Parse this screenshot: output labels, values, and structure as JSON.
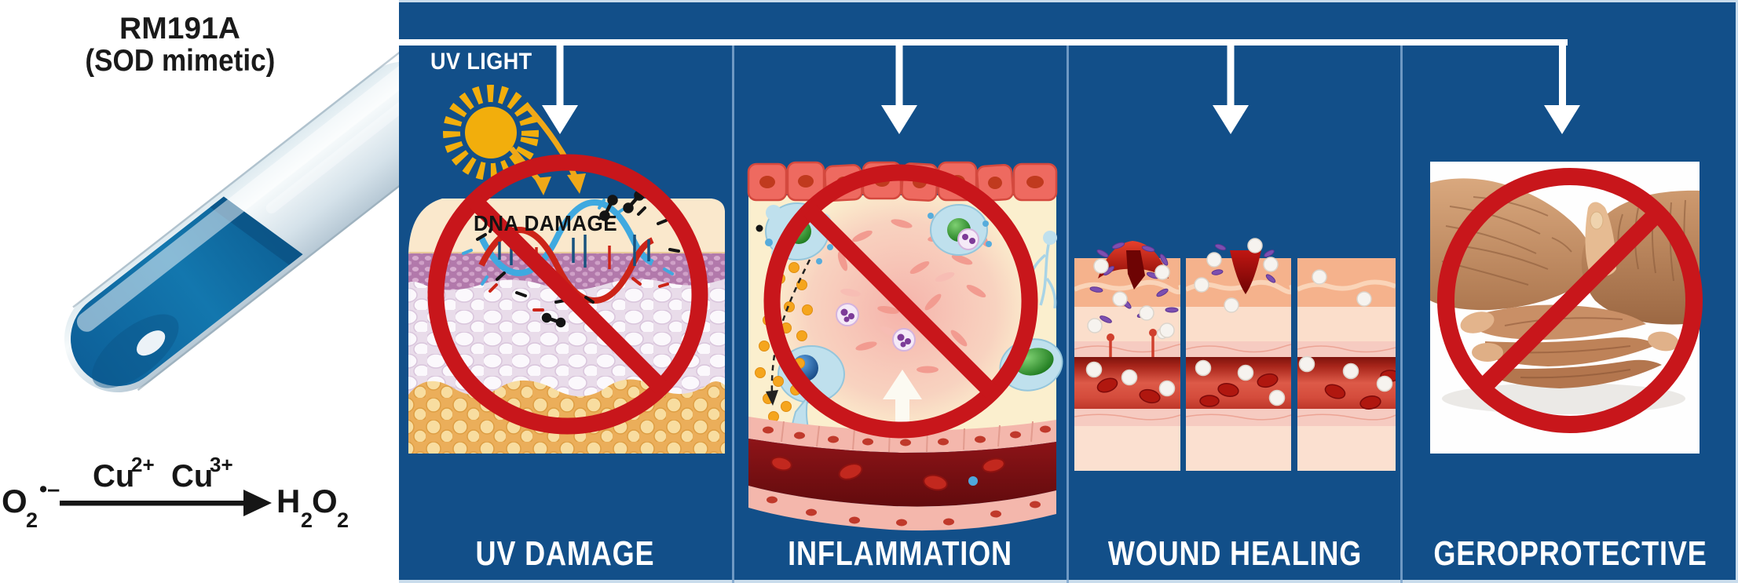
{
  "figure": {
    "title": {
      "line1": "RM191A",
      "line2": "(SOD mimetic)"
    },
    "reaction": {
      "substrate_base": "O",
      "substrate_sub": "2",
      "substrate_sup": "•–",
      "catalyst1_base": "Cu",
      "catalyst1_sup": "2+",
      "catalyst2_base": "Cu",
      "catalyst2_sup": "3+",
      "product_el1": "H",
      "product_sub1": "2",
      "product_el2": "O",
      "product_sub2": "2"
    },
    "panels": [
      {
        "id": "uv-damage",
        "label": "UV DAMAGE",
        "annotations": {
          "uv_light": "UV LIGHT",
          "dna_damage": "DNA DAMAGE"
        }
      },
      {
        "id": "inflammation",
        "label": "INFLAMMATION"
      },
      {
        "id": "wound-healing",
        "label": "WOUND HEALING"
      },
      {
        "id": "geroprotective",
        "label": "GEROPROTECTIVE"
      }
    ],
    "colors": {
      "panel_blue": "#124F89",
      "prohibition_red": "#C8161B",
      "sun_yellow": "#F2AE0C",
      "arrow_white": "#FFFFFF",
      "liquid_blue": "#0E6DA6",
      "border_light": "#C9DCEC"
    }
  }
}
